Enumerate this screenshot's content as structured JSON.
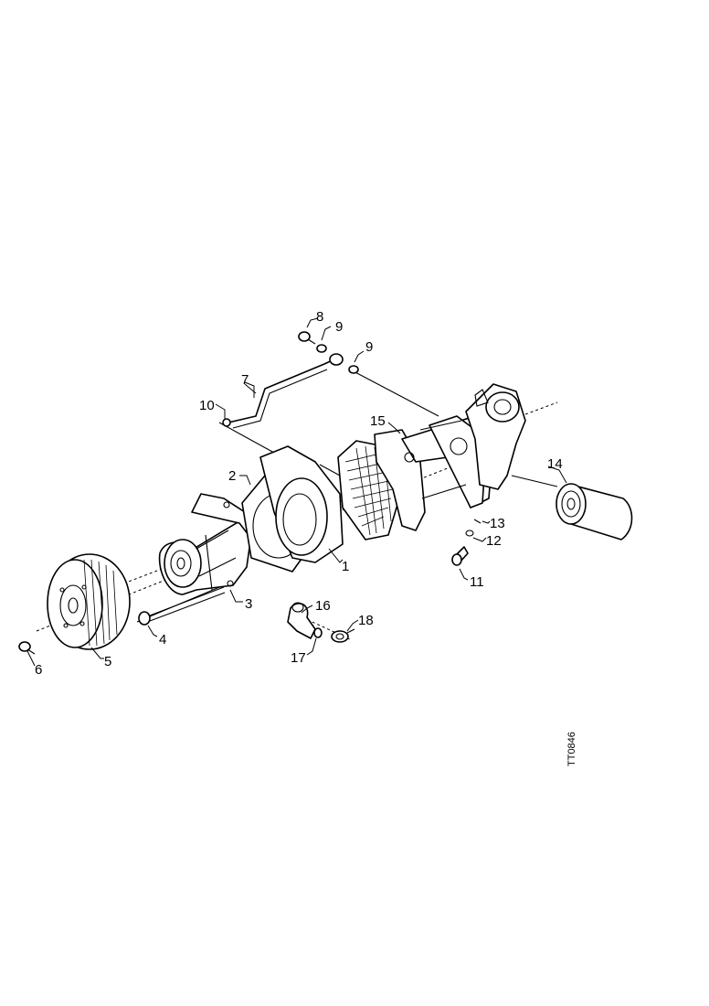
{
  "diagram": {
    "callouts": [
      "1",
      "2",
      "3",
      "4",
      "5",
      "6",
      "7",
      "8",
      "9",
      "9",
      "10",
      "11",
      "12",
      "13",
      "14",
      "15",
      "16",
      "17",
      "18"
    ],
    "reference_code": "TT0846"
  },
  "icons": {
    "part-1": "oil-cooler-housing",
    "part-2": "gasket",
    "part-3": "coolant-pump",
    "part-4": "bolt",
    "part-5": "pulley",
    "part-6": "screw",
    "part-7": "pipe",
    "part-8": "banjo-bolt",
    "part-9": "sealing-washer",
    "part-10": "pipe-fitting",
    "part-11": "plug",
    "part-12": "seal-ring",
    "part-13": "plug",
    "part-14": "oil-filter",
    "part-15": "filter-bracket",
    "part-16": "hose-connector",
    "part-17": "hose-clamp",
    "part-18": "hose-clamp"
  }
}
